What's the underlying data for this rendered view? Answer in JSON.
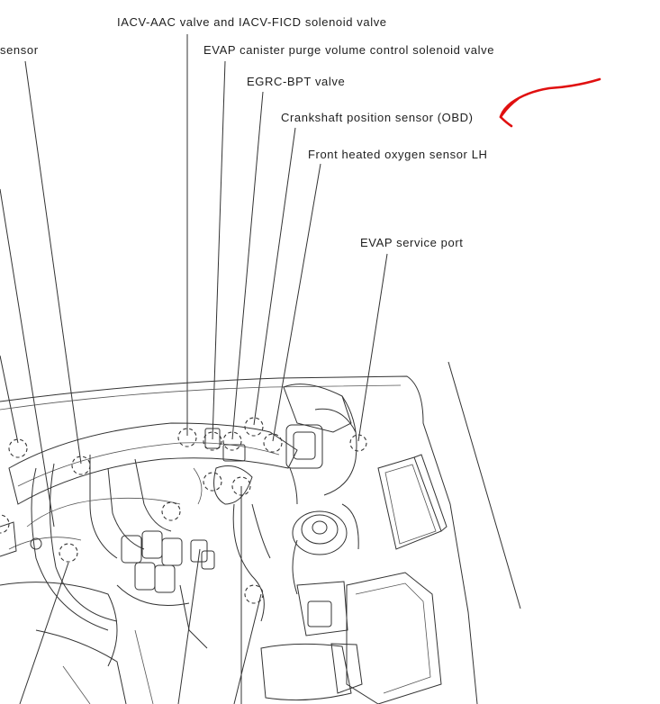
{
  "labels": {
    "sensor_partial": "sensor",
    "iacv": "IACV-AAC valve and IACV-FICD solenoid valve",
    "evap_purge": "EVAP canister purge volume control solenoid valve",
    "egrc": "EGRC-BPT valve",
    "crankshaft": "Crankshaft position sensor (OBD)",
    "front_o2": "Front heated oxygen sensor LH",
    "evap_port": "EVAP service port"
  },
  "colors": {
    "line_art": "#333333",
    "annotation": "#e01010",
    "background": "#ffffff"
  },
  "annotation": {
    "type": "hand-drawn-arrow",
    "points_to": "Crankshaft position sensor (OBD)"
  }
}
